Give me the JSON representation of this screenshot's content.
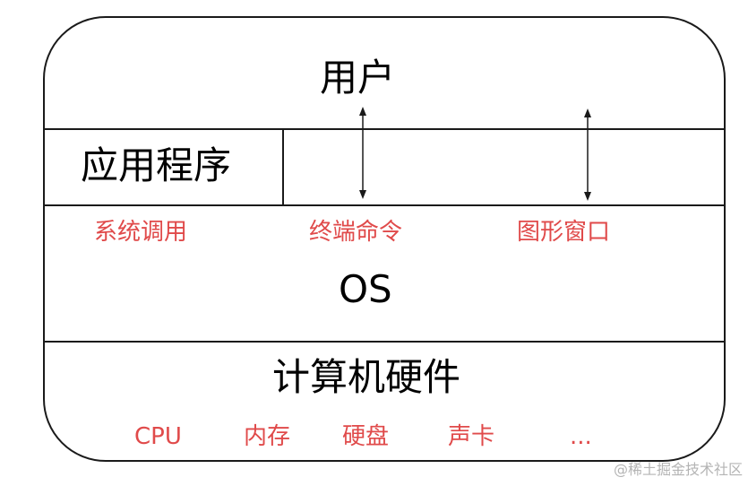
{
  "layers": {
    "user": "用户",
    "app": "应用程序",
    "os": "OS",
    "hardware": "计算机硬件"
  },
  "os_interfaces": [
    "系统调用",
    "终端命令",
    "图形窗口"
  ],
  "hardware_parts": [
    "CPU",
    "内存",
    "硬盘",
    "声卡",
    "..."
  ],
  "watermark": "@稀土掘金技术社区",
  "colors": {
    "border": "#1a1a1a",
    "accent_red": "#e04a4a"
  }
}
